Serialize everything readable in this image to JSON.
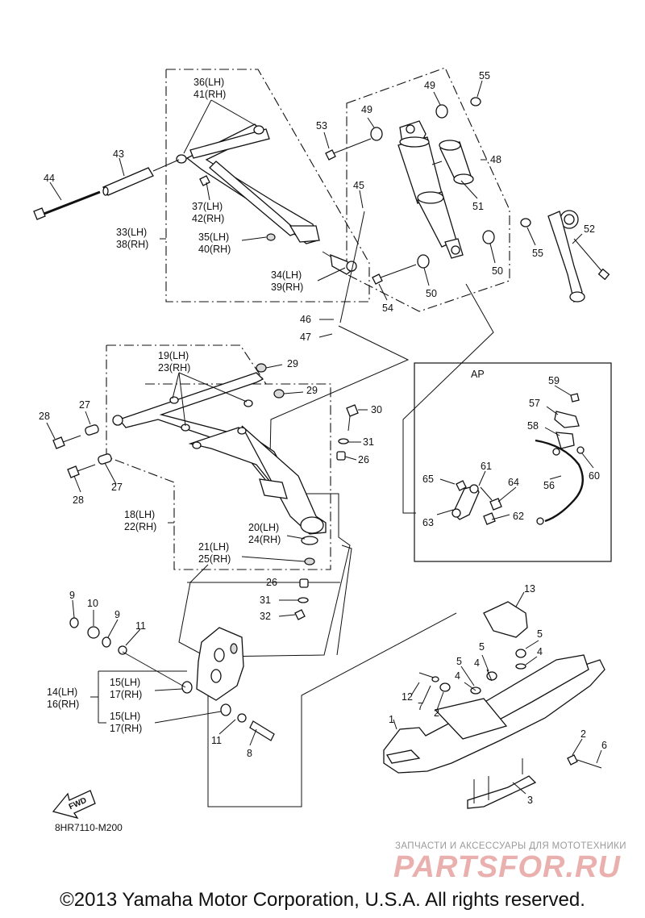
{
  "diagram_code": "8HR7110-M200",
  "copyright": "©2013 Yamaha Motor Corporation, U.S.A. All rights reserved.",
  "watermark": {
    "tagline": "ЗАПЧАСТИ И АКСЕССУАРЫ ДЛЯ МОТОТЕХНИКИ",
    "logo": "PARTSFOR.RU"
  },
  "fwd_label": "FWD",
  "ap_label": "AP",
  "callouts": {
    "c1": "1",
    "c2a": "2",
    "c2b": "2",
    "c3": "3",
    "c4a": "4",
    "c4b": "4",
    "c5a": "5",
    "c5b": "5",
    "c5c": "5",
    "c6": "6",
    "c7": "7",
    "c8": "8",
    "c9a": "9",
    "c9b": "9",
    "c10": "10",
    "c11a": "11",
    "c11b": "11",
    "c12": "12",
    "c13": "13",
    "c14": "14(LH)",
    "c16": "16(RH)",
    "c15a": "15(LH)",
    "c17a": "17(RH)",
    "c15b": "15(LH)",
    "c17b": "17(RH)",
    "c18": "18(LH)",
    "c22": "22(RH)",
    "c19": "19(LH)",
    "c23": "23(RH)",
    "c20": "20(LH)",
    "c24": "24(RH)",
    "c21": "21(LH)",
    "c25": "25(RH)",
    "c26a": "26",
    "c26b": "26",
    "c27a": "27",
    "c27b": "27",
    "c28a": "28",
    "c28b": "28",
    "c29a": "29",
    "c29b": "29",
    "c30": "30",
    "c31a": "31",
    "c31b": "31",
    "c32": "32",
    "c33": "33(LH)",
    "c38": "38(RH)",
    "c34": "34(LH)",
    "c39": "39(RH)",
    "c35": "35(LH)",
    "c40": "40(RH)",
    "c36": "36(LH)",
    "c41": "41(RH)",
    "c37": "37(LH)",
    "c42": "42(RH)",
    "c43": "43",
    "c44": "44",
    "c45": "45",
    "c46": "46",
    "c47": "47",
    "c48": "48",
    "c49a": "49",
    "c49b": "49",
    "c50a": "50",
    "c50b": "50",
    "c51": "51",
    "c52": "52",
    "c53": "53",
    "c54": "54",
    "c55a": "55",
    "c55b": "55",
    "c56": "56",
    "c57": "57",
    "c58": "58",
    "c59": "59",
    "c60": "60",
    "c61": "61",
    "c62": "62",
    "c63": "63",
    "c64": "64",
    "c65": "65"
  }
}
